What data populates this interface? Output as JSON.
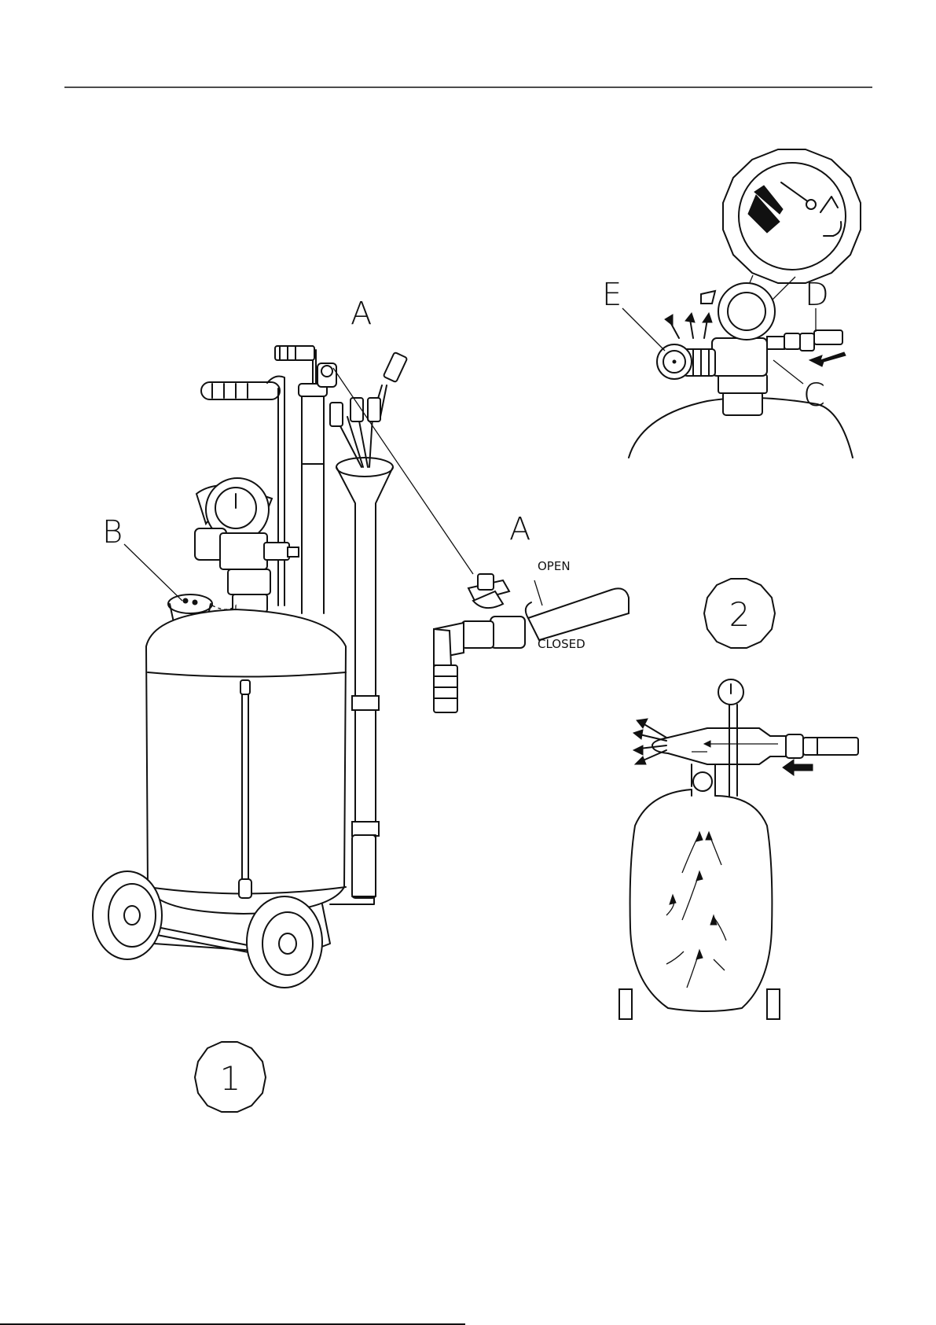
{
  "labels": {
    "a_top": "A",
    "a_valve": "A",
    "b": "B",
    "c": "C",
    "d": "D",
    "e": "E",
    "open": "OPEN",
    "closed": "CLOSED",
    "fig1": "1",
    "fig2": "2"
  }
}
